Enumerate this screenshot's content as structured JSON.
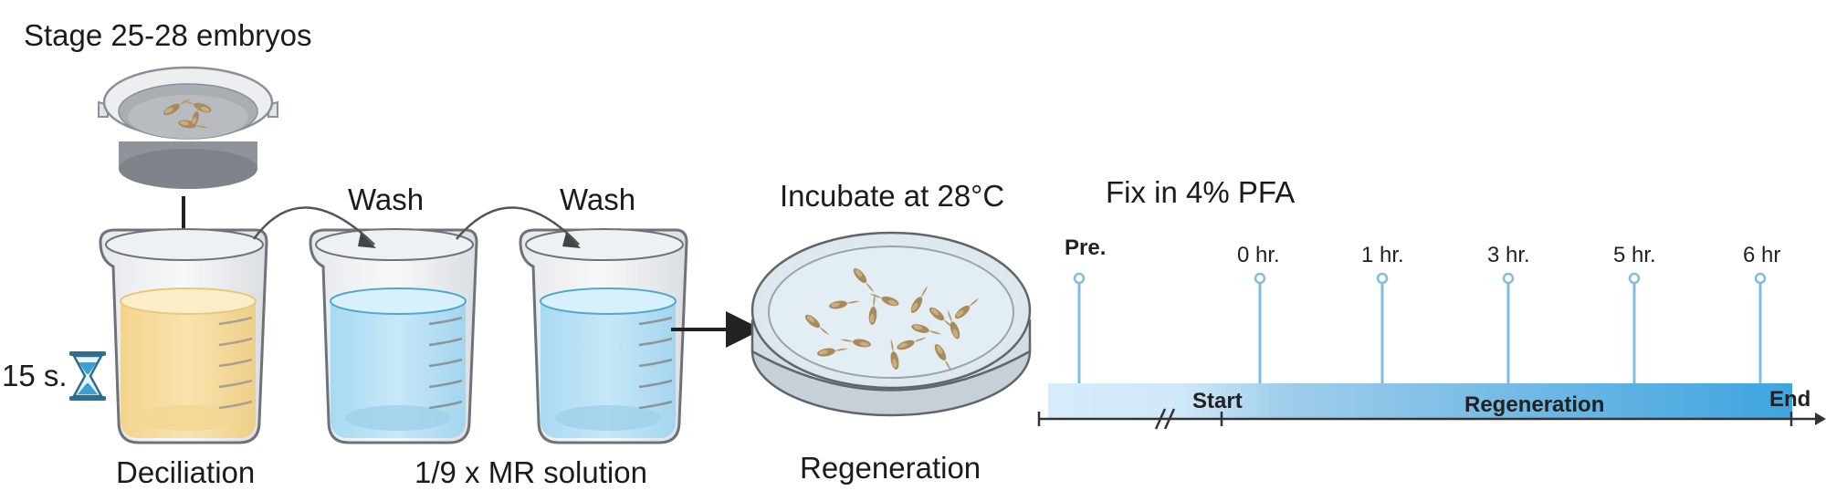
{
  "labels": {
    "embryo_stage": "Stage 25-28 embryos",
    "wash_1": "Wash",
    "wash_2": "Wash",
    "incubate": "Incubate at 28°C",
    "fix": "Fix in 4% PFA",
    "duration": "15 s.",
    "deciliation": "Deciliation",
    "mr_solution": "1/9 x MR solution",
    "regeneration_dish": "Regeneration"
  },
  "timeline": {
    "timepoints": [
      {
        "label": "Pre."
      },
      {
        "label": "0 hr."
      },
      {
        "label": "1 hr."
      },
      {
        "label": "3 hr."
      },
      {
        "label": "5 hr."
      },
      {
        "label": "6 hr"
      }
    ],
    "bar_labels": {
      "start": "Start",
      "regeneration": "Regeneration",
      "end": "End"
    }
  },
  "colors": {
    "deciliation_liquid": "#f6dea2",
    "wash_liquid": "#bfe3f5",
    "timeline_start": "#d9eefa",
    "timeline_end": "#3aa3de",
    "stem": "#7fbde0",
    "axis": "#333333"
  }
}
